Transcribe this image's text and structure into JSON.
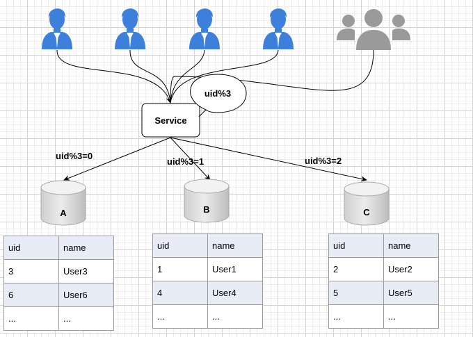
{
  "users": [
    {
      "icon": "user-icon",
      "color": "#3d80dc"
    },
    {
      "icon": "user-icon",
      "color": "#3d80dc"
    },
    {
      "icon": "user-icon",
      "color": "#3d80dc"
    },
    {
      "icon": "user-icon",
      "color": "#3d80dc"
    },
    {
      "icon": "user-group-icon",
      "color": "#9a9a9a"
    }
  ],
  "service": {
    "label": "Service"
  },
  "bubble": {
    "label": "uid%3"
  },
  "routes": [
    {
      "label": "uid%3=0"
    },
    {
      "label": "uid%3=1"
    },
    {
      "label": "uid%3=2"
    }
  ],
  "databases": [
    {
      "label": "A"
    },
    {
      "label": "B"
    },
    {
      "label": "C"
    }
  ],
  "tables": [
    {
      "header": [
        "uid",
        "name"
      ],
      "rows": [
        [
          "3",
          "User3"
        ],
        [
          "6",
          "User6"
        ],
        [
          "...",
          "..."
        ]
      ]
    },
    {
      "header": [
        "uid",
        "name"
      ],
      "rows": [
        [
          "1",
          "User1"
        ],
        [
          "4",
          "User4"
        ],
        [
          "...",
          "..."
        ]
      ]
    },
    {
      "header": [
        "uid",
        "name"
      ],
      "rows": [
        [
          "2",
          "User2"
        ],
        [
          "5",
          "User5"
        ],
        [
          "...",
          "..."
        ]
      ]
    }
  ],
  "colors": {
    "user": "#3d80dc",
    "group": "#9a9a9a",
    "line": "#000000",
    "cylinder": "#d9d9d9",
    "table_alt": "#e7ecf7"
  }
}
